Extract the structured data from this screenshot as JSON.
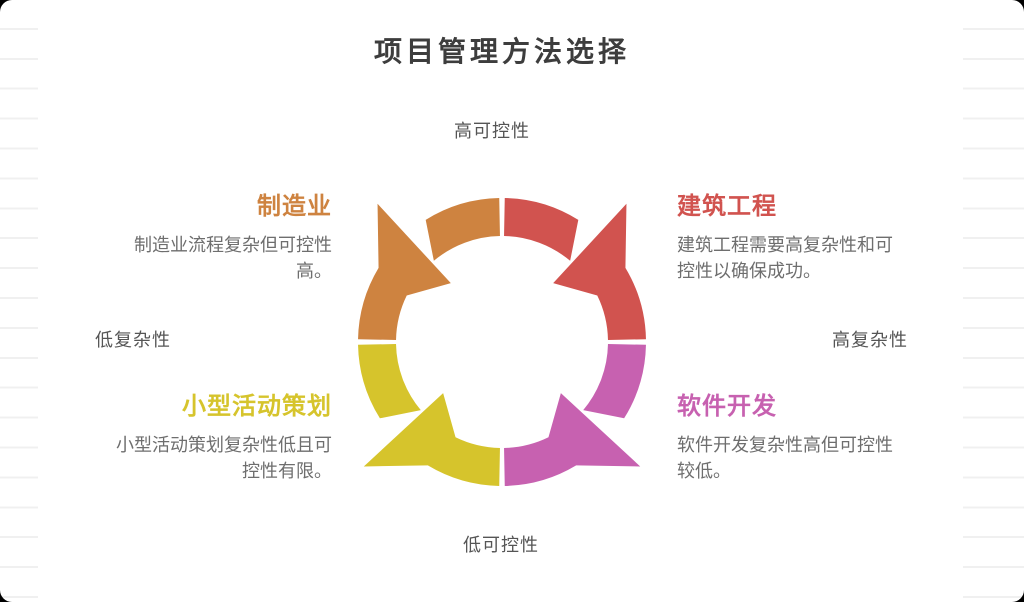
{
  "title": "项目管理方法选择",
  "axes": {
    "top": "高可控性",
    "bottom": "低可控性",
    "left": "低复杂性",
    "right": "高复杂性"
  },
  "quadrants": [
    {
      "heading": "制造业",
      "color": "#CE8340",
      "body_lines": [
        "制造业流程复杂但可控性",
        "高。"
      ]
    },
    {
      "heading": "建筑工程",
      "color": "#D1534F",
      "body_lines": [
        "建筑工程需要高复杂性和可",
        "控性以确保成功。"
      ]
    },
    {
      "heading": "小型活动策划",
      "color": "#D6C42C",
      "body_lines": [
        "小型活动策划复杂性低且可",
        "控性有限。"
      ]
    },
    {
      "heading": "软件开发",
      "color": "#C761B0",
      "body_lines": [
        "软件开发复杂性高但可控性",
        "较低。"
      ]
    }
  ],
  "text_colors": {
    "title": "#3d3d3d",
    "body": "#6e6e6e",
    "axis": "#555555"
  }
}
